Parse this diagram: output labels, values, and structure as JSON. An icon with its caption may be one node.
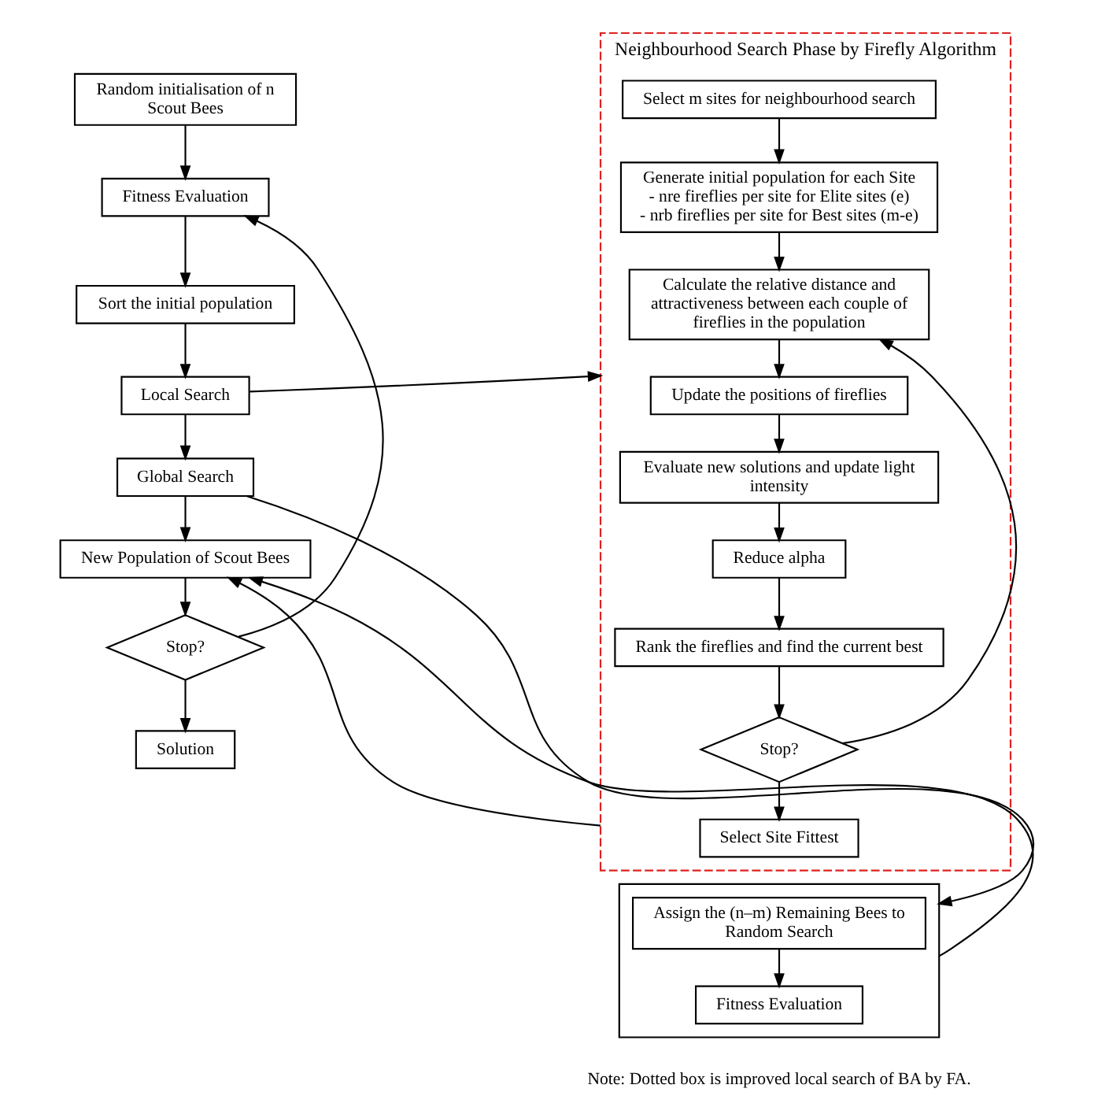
{
  "diagram": {
    "nodes": [
      {
        "text": [
          "Random initialisation of n Scout Bees"
        ]
      },
      {
        "text": [
          "Fitness Evaluation"
        ]
      },
      {
        "text": [
          "Sort the initial population"
        ]
      },
      {
        "text": [
          "Local Search"
        ]
      },
      {
        "text": [
          "Global Search"
        ]
      },
      {
        "text": [
          "New Population of Scout Bees"
        ]
      },
      {
        "text": [
          "Stop?"
        ]
      },
      {
        "text": [
          "Solution"
        ]
      },
      {
        "text": [
          "Neighbourhood Search Phase by Firefly Algorithm"
        ]
      },
      {
        "text": [
          "Select m sites for neighbourhood search"
        ],
        "in": 8
      },
      {
        "text": [
          "Generate initial population for each Site",
          "- nre fireflies per site for Elite sites (e)",
          "- nrb fireflies per site for Best sites (m-e)"
        ],
        "in": 8
      },
      {
        "text": [
          "Calculate the relative distance and attractiveness between each couple of fireflies in the population"
        ],
        "in": 8
      },
      {
        "text": [
          "Update the positions of fireflies"
        ],
        "in": 8
      },
      {
        "text": [
          "Evaluate new solutions and update light intensity"
        ],
        "in": 8
      },
      {
        "text": [
          "Reduce alpha"
        ],
        "in": 8
      },
      {
        "text": [
          "Rank the fireflies and find the current best"
        ],
        "in": 8
      },
      {
        "text": [
          "Stop?"
        ],
        "in": 8
      },
      {
        "text": [
          "Select Site Fittest"
        ],
        "in": 8
      },
      {
        "text": [],
        "shape": "box"
      },
      {
        "text": [
          "Assign the (n–m) Remaining Bees to Random Search"
        ],
        "in": 18
      },
      {
        "text": [
          "Fitness Evaluation"
        ],
        "in": 18
      }
    ],
    "edges": [
      {
        "from": 0,
        "to": 1,
        "arrow": "to"
      },
      {
        "from": 1,
        "to": 2,
        "arrow": "to"
      },
      {
        "from": 2,
        "to": 3,
        "arrow": "to"
      },
      {
        "from": 3,
        "to": 4,
        "arrow": "to"
      },
      {
        "from": 4,
        "to": 5,
        "arrow": "to"
      },
      {
        "from": 5,
        "to": 6,
        "arrow": "to"
      },
      {
        "from": 6,
        "to": 1,
        "arrow": "to"
      },
      {
        "from": 6,
        "to": 7,
        "arrow": "to"
      },
      {
        "from": 3,
        "to": 8,
        "arrow": "to"
      },
      {
        "from": 8,
        "to": 5,
        "arrow": "to"
      },
      {
        "from": 4,
        "to": 18,
        "arrow": "to"
      },
      {
        "from": 18,
        "to": 5,
        "arrow": "to"
      },
      {
        "from": 9,
        "to": 10,
        "arrow": "to"
      },
      {
        "from": 10,
        "to": 11,
        "arrow": "to"
      },
      {
        "from": 11,
        "to": 12,
        "arrow": "to"
      },
      {
        "from": 12,
        "to": 13,
        "arrow": "to"
      },
      {
        "from": 13,
        "to": 14,
        "arrow": "to"
      },
      {
        "from": 14,
        "to": 15,
        "arrow": "to"
      },
      {
        "from": 15,
        "to": 16,
        "arrow": "to"
      },
      {
        "from": 16,
        "to": 11,
        "arrow": "to"
      },
      {
        "from": 16,
        "to": 17,
        "arrow": "to"
      },
      {
        "from": 19,
        "to": 20,
        "arrow": "to"
      }
    ],
    "labels": [
      "Note: Dotted box is improved local search of BA by FA."
    ]
  }
}
